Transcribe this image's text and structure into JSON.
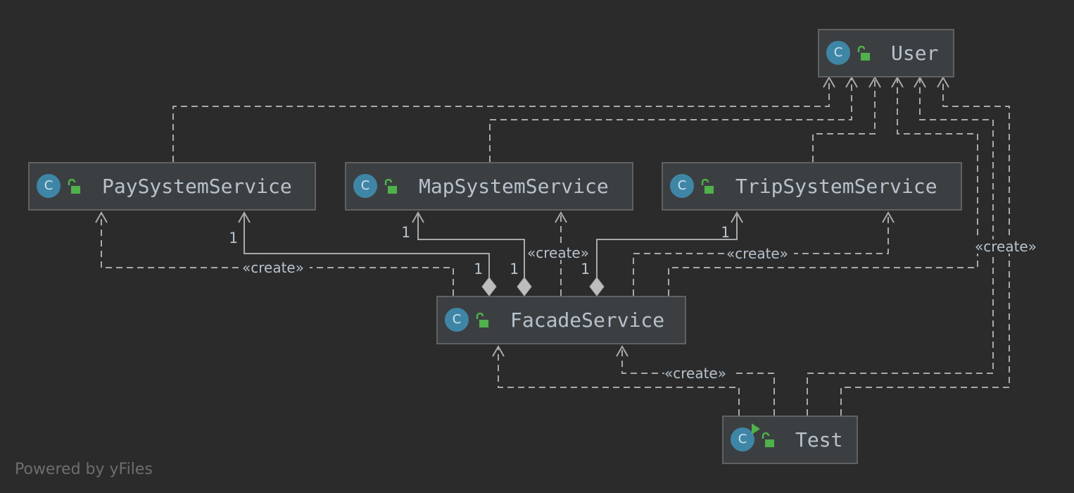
{
  "diagram": {
    "classes": {
      "user": {
        "name": "User",
        "icon": "class-icon",
        "icon_letter": "C",
        "visibility_icon": "public-lock-icon"
      },
      "pay": {
        "name": "PaySystemService",
        "icon": "class-icon",
        "icon_letter": "C",
        "visibility_icon": "public-lock-icon"
      },
      "map": {
        "name": "MapSystemService",
        "icon": "class-icon",
        "icon_letter": "C",
        "visibility_icon": "public-lock-icon"
      },
      "trip": {
        "name": "TripSystemService",
        "icon": "class-icon",
        "icon_letter": "C",
        "visibility_icon": "public-lock-icon"
      },
      "facade": {
        "name": "FacadeService",
        "icon": "class-icon",
        "icon_letter": "C",
        "visibility_icon": "public-lock-icon"
      },
      "test": {
        "name": "Test",
        "icon": "runnable-class-icon",
        "icon_letter": "C",
        "visibility_icon": "public-lock-icon"
      }
    },
    "edge_labels": {
      "create_pay": "«create»",
      "create_map": "«create»",
      "create_trip": "«create»",
      "create_user": "«create»",
      "create_facade": "«create»"
    },
    "multiplicities": {
      "pay_target": "1",
      "pay_source": "1",
      "map_target": "1",
      "map_source": "1",
      "trip_target": "1",
      "trip_source": "1"
    },
    "relations": [
      {
        "from": "PaySystemService",
        "to": "User",
        "kind": "dependency"
      },
      {
        "from": "MapSystemService",
        "to": "User",
        "kind": "dependency"
      },
      {
        "from": "TripSystemService",
        "to": "User",
        "kind": "dependency"
      },
      {
        "from": "FacadeService",
        "to": "User",
        "kind": "dependency"
      },
      {
        "from": "Test",
        "to": "User",
        "kind": "dependency"
      },
      {
        "from": "Test",
        "to": "User",
        "kind": "create"
      },
      {
        "from": "FacadeService",
        "to": "PaySystemService",
        "kind": "composition"
      },
      {
        "from": "FacadeService",
        "to": "MapSystemService",
        "kind": "composition"
      },
      {
        "from": "FacadeService",
        "to": "TripSystemService",
        "kind": "composition"
      },
      {
        "from": "FacadeService",
        "to": "PaySystemService",
        "kind": "create"
      },
      {
        "from": "FacadeService",
        "to": "MapSystemService",
        "kind": "create"
      },
      {
        "from": "FacadeService",
        "to": "TripSystemService",
        "kind": "create"
      },
      {
        "from": "Test",
        "to": "FacadeService",
        "kind": "dependency"
      },
      {
        "from": "Test",
        "to": "FacadeService",
        "kind": "create"
      }
    ],
    "colors": {
      "background": "#2b2b2b",
      "node_fill": "#3c3f41",
      "node_border": "#5f6163",
      "edge": "#a9a9a9",
      "text": "#b7c2cc",
      "class_icon": "#3f86a6",
      "lock_icon": "#4fb14b"
    }
  },
  "footer": {
    "text": "Powered by yFiles"
  }
}
